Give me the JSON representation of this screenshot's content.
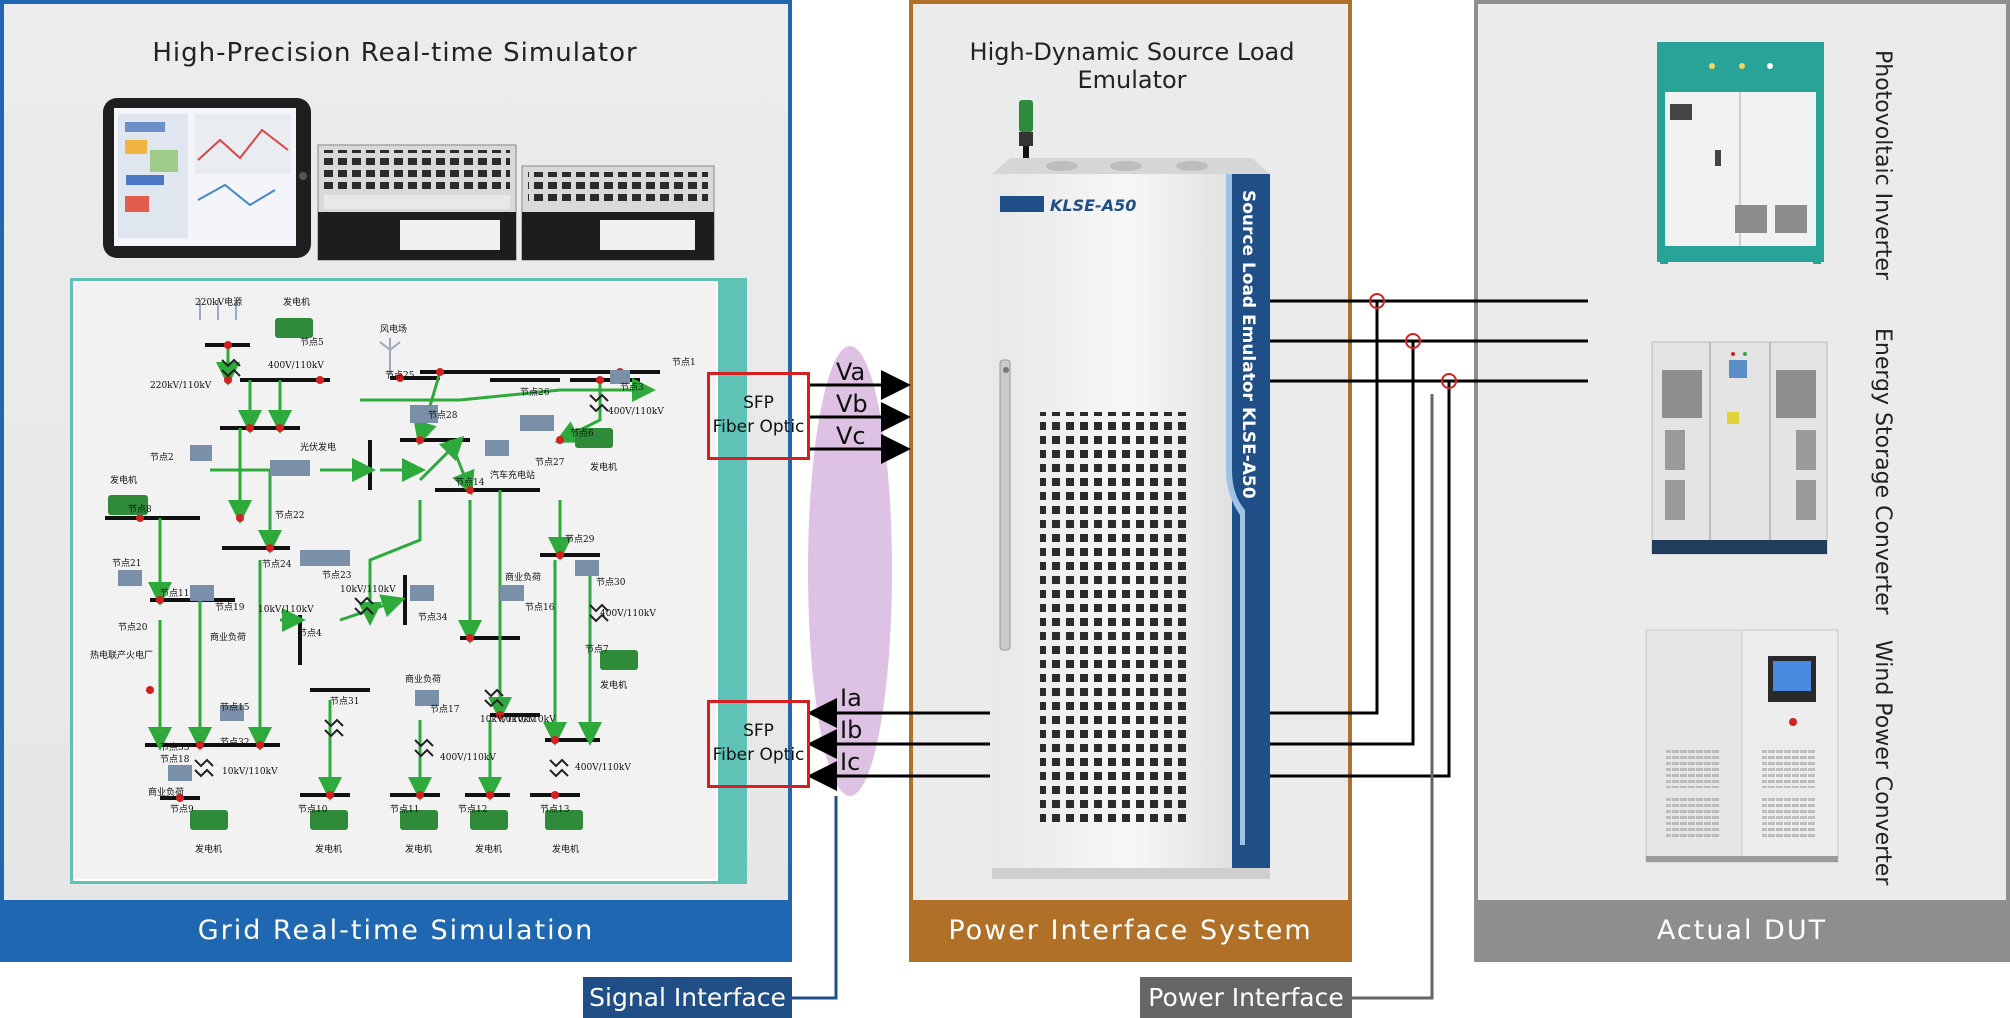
{
  "left_panel": {
    "title": "High-Precision Real-time Simulator",
    "footer": "Grid Real-time Simulation",
    "grid_labels": [
      "220kV电源",
      "发电机",
      "节点5",
      "400V/110kV",
      "风电场",
      "节点1",
      "220kV/110kV",
      "节点25",
      "节点26",
      "节点3",
      "400V/110kV",
      "节点2",
      "节点28",
      "节点6",
      "光伏发电",
      "发电机",
      "节点14",
      "汽车充电站",
      "节点27",
      "发电机",
      "节点8",
      "节点22",
      "节点29",
      "节点21",
      "节点24",
      "节点23",
      "商业负荷",
      "节点30",
      "节点11",
      "节点19",
      "10kV/110kV",
      "10kV/110kV",
      "节点16",
      "400V/110kV",
      "节点20",
      "商业负荷",
      "节点4",
      "节点34",
      "热电联产火电厂",
      "节点7",
      "发电机",
      "节点31",
      "商业负荷",
      "节点17",
      "10kV/110kV",
      "节点15",
      "节点33",
      "节点32",
      "10kV/110kV",
      "节点18",
      "10kV/110kV",
      "400V/110kV",
      "400V/110kV",
      "商业负荷",
      "节点9",
      "节点10",
      "节点11",
      "节点12",
      "节点13",
      "发电机",
      "发电机",
      "发电机",
      "发电机",
      "发电机"
    ]
  },
  "middle_panel": {
    "title": "High-Dynamic Source Load Emulator",
    "footer": "Power Interface System",
    "device_model": "KLSE-A50",
    "device_side_label": "Source Load Emulator KLSE-A50"
  },
  "right_panel": {
    "footer": "Actual DUT",
    "devices": [
      "Photovoltaic Inverter",
      "Energy Storage Converter",
      "Wind Power Converter"
    ]
  },
  "sfp_top": {
    "line1": "SFP",
    "line2": "Fiber Optic"
  },
  "sfp_bottom": {
    "line1": "SFP",
    "line2": "Fiber Optic"
  },
  "voltage_signals": [
    "Va",
    "Vb",
    "Vc"
  ],
  "current_signals": [
    "Ia",
    "Ib",
    "Ic"
  ],
  "signal_interface": "Signal Interface",
  "power_interface": "Power Interface",
  "colors": {
    "blue": "#1f67b1",
    "orange": "#b07027",
    "gray": "#8e8e8e",
    "navy": "#1f4f86",
    "teal": "#5ec3b6",
    "red": "#d42020",
    "green": "#2eaa3c"
  }
}
